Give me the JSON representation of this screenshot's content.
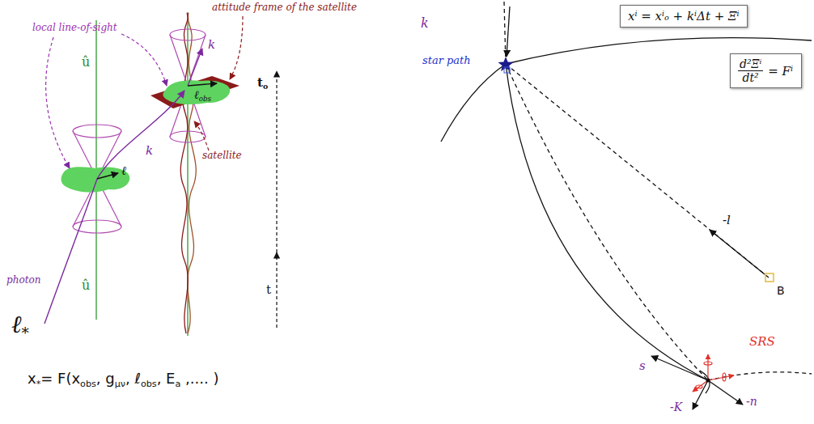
{
  "diagram": {
    "nodes": [
      {
        "text": [
          "xⁱ = xⁱₒ + kⁱΔt + Ξⁱ"
        ]
      },
      {
        "text": [
          "d²Ξⁱ",
          "dt²",
          "= Fⁱ"
        ]
      }
    ],
    "labels": [
      "attitude frame of the satellite",
      "local line-of-sight",
      "k",
      "ℓ",
      "obs",
      "t",
      "o",
      "û",
      "satellite",
      "k",
      "ℓ",
      "û",
      "photon",
      "t",
      "ℓ",
      "*",
      "x",
      "*",
      "= F(x",
      "obs",
      ", g",
      "μν",
      ", ℓ",
      "obs",
      ", E",
      "a",
      " ,.... )",
      "k",
      "star path",
      "-l",
      "B",
      "SRS",
      "s",
      "-K",
      "-n"
    ]
  }
}
